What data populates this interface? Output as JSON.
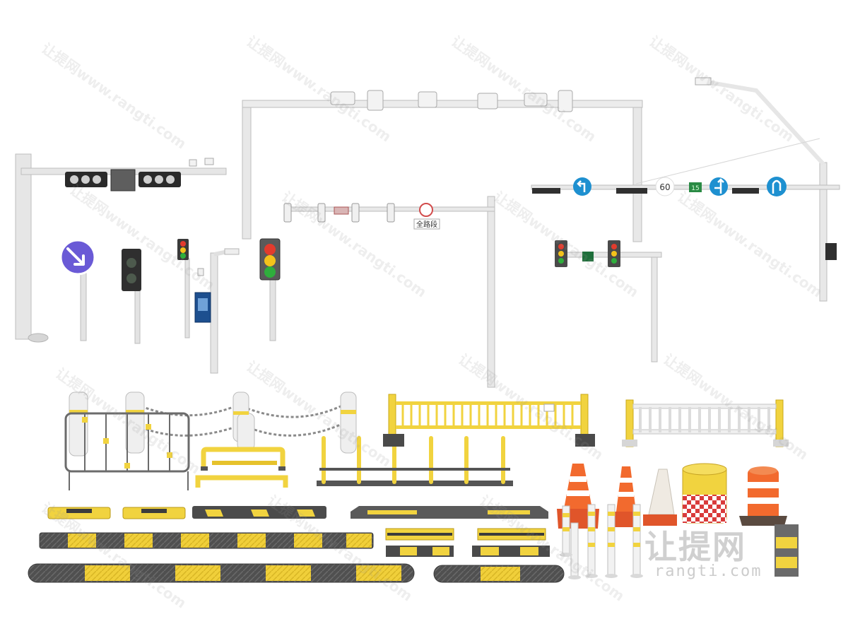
{
  "image": {
    "background": "#ffffff",
    "scene": "traffic facilities 3D model collection"
  },
  "signs": {
    "speed_limit": "60",
    "gantry_board": "全路段",
    "timer_display": "15",
    "direction_signs": [
      "turn-left-arrow-icon",
      "left-straight-arrow-icon",
      "u-turn-arrow-icon"
    ],
    "keep_right_sign": "keep-right-arrow-icon"
  },
  "watermark": {
    "text": "让提网www.rangti.com",
    "logo_cn": "让提网",
    "logo_en": "rangti.com"
  },
  "colors": {
    "pole": "#e4e4e4",
    "sign_blue": "#1e90d0",
    "keep_right_purple": "#6a5ad6",
    "yellow": "#f1d33f",
    "cone_orange": "#f26a2e",
    "dark_rubber": "#4b4b4b",
    "signal_red": "#e23b2d",
    "signal_yellow": "#f3c21b",
    "signal_green": "#2fae3c"
  }
}
